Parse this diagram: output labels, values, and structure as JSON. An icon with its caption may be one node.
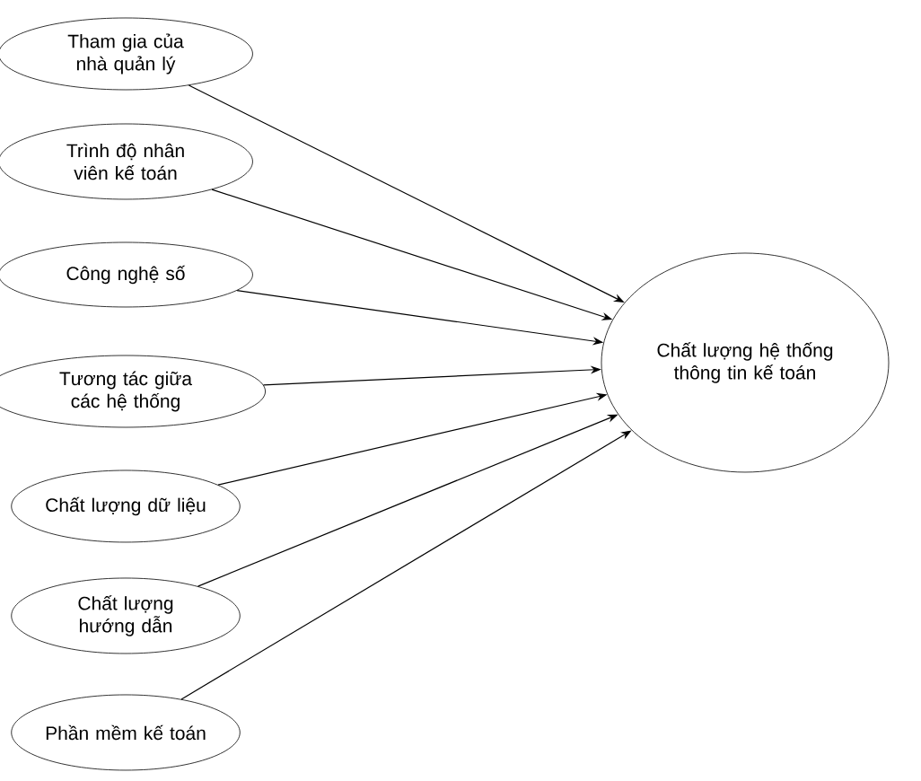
{
  "diagram": {
    "nodes": [
      {
        "text": [
          "Tham gia của nhà quản lý"
        ]
      },
      {
        "text": [
          "Trình độ nhân viên kế toán"
        ]
      },
      {
        "text": [
          "Công nghệ số"
        ]
      },
      {
        "text": [
          "Tương tác giữa các hệ thống"
        ]
      },
      {
        "text": [
          "Chất lượng dữ liệu"
        ]
      },
      {
        "text": [
          "Chất lượng hướng dẫn"
        ]
      },
      {
        "text": [
          "Phần mềm kế toán"
        ]
      },
      {
        "text": [
          "Chất lượng hệ thống thông tin kế toán"
        ]
      }
    ],
    "edges": [
      {
        "from": 0,
        "to": 7,
        "arrow": "to"
      },
      {
        "from": 1,
        "to": 7,
        "arrow": "to"
      },
      {
        "from": 2,
        "to": 7,
        "arrow": "to"
      },
      {
        "from": 3,
        "to": 7,
        "arrow": "to"
      },
      {
        "from": 4,
        "to": 7,
        "arrow": "to"
      },
      {
        "from": 5,
        "to": 7,
        "arrow": "to"
      },
      {
        "from": 6,
        "to": 7,
        "arrow": "to"
      }
    ]
  }
}
